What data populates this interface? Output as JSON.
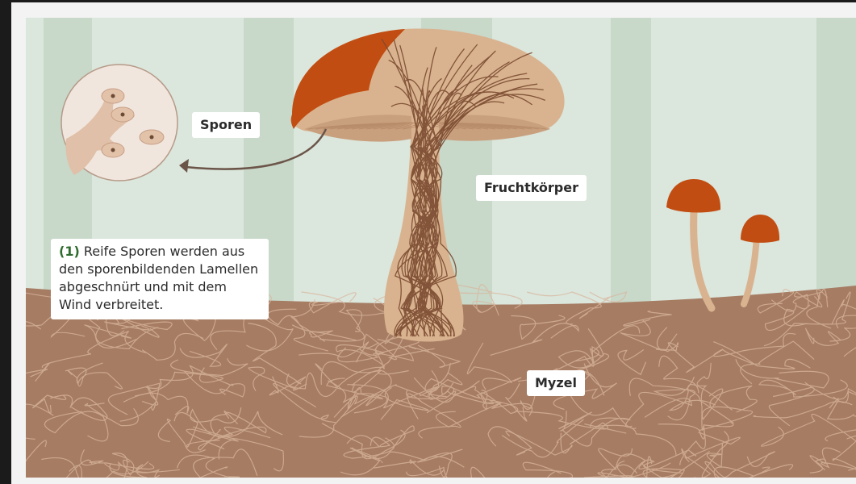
{
  "labels": {
    "sporen": "Sporen",
    "fruchtkoerper": "Fruchtkörper",
    "myzel": "Myzel"
  },
  "note": {
    "number": "(1)",
    "text": "Reife Sporen werden aus den sporenbildenden Lamellen abgeschnürt und mit dem Wind verbreitet."
  },
  "colors": {
    "background": "#dbe6dc",
    "tree_trunks": "#c8d8c9",
    "soil": "#a67c63",
    "mycelium": "#d9b79e",
    "mushroom_flesh": "#d9b38f",
    "mushroom_cap_top": "#c24d12",
    "hyphae": "#7a4a30",
    "spore_circle": "#f1e6de"
  },
  "icons": [
    "spore-detail-circle",
    "arrow-icon"
  ]
}
